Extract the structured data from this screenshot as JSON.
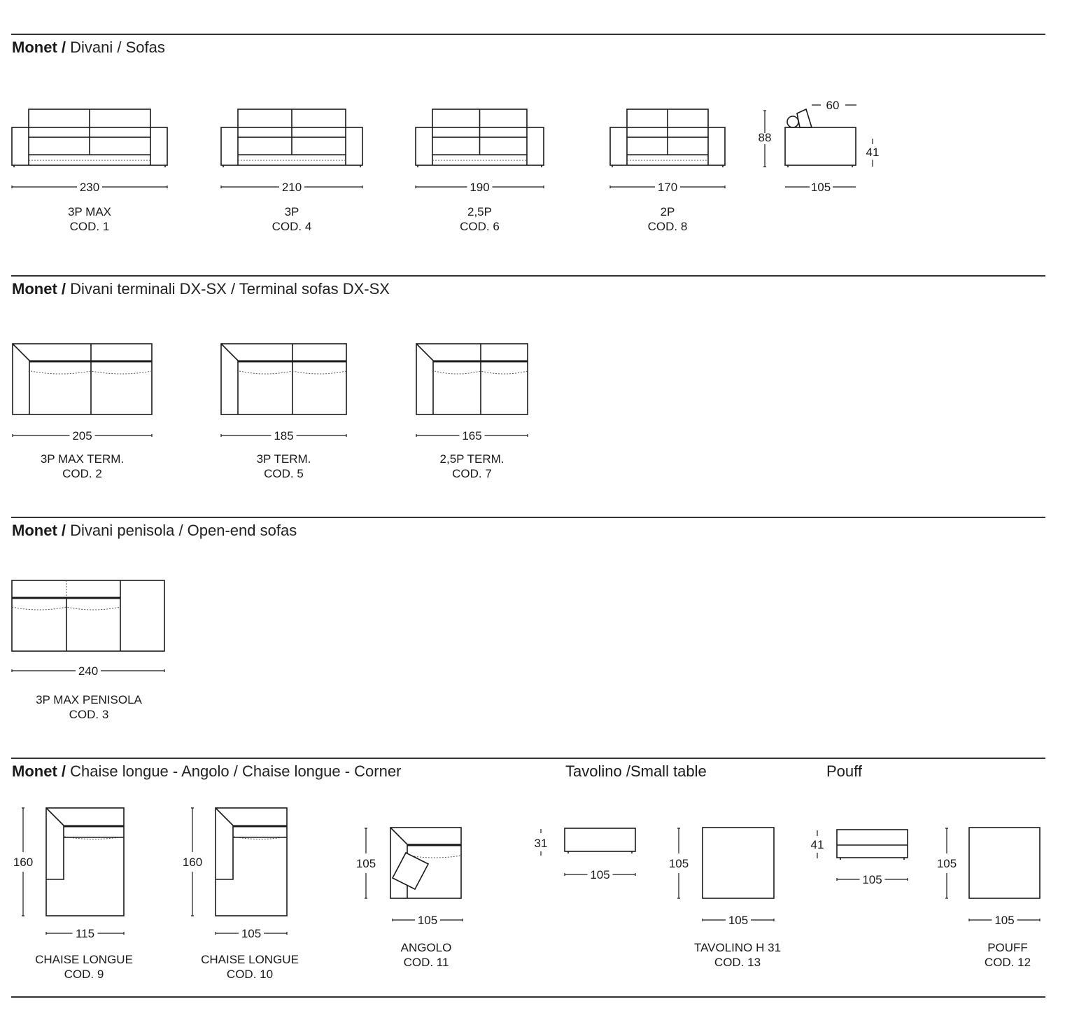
{
  "sections": [
    {
      "brand": "Monet",
      "separator": "/",
      "title": " Divani  / Sofas"
    },
    {
      "brand": "Monet",
      "separator": "/",
      "title": " Divani terminali DX-SX  / Terminal sofas DX-SX"
    },
    {
      "brand": "Monet",
      "separator": "/",
      "title": " Divani penisola / Open-end sofas"
    },
    {
      "brand": "Monet",
      "separator": "/",
      "title": " Chaise longue - Angolo / Chaise longue - Corner"
    }
  ],
  "subheadings": {
    "table": "Tavolino /Small table",
    "pouff": "Pouff"
  },
  "sofas": [
    {
      "width": "230",
      "name": "3P MAX",
      "code": "COD. 1"
    },
    {
      "width": "210",
      "name": "3P",
      "code": "COD. 4"
    },
    {
      "width": "190",
      "name": "2,5P",
      "code": "COD. 6"
    },
    {
      "width": "170",
      "name": "2P",
      "code": "COD. 8"
    }
  ],
  "side_view": {
    "height": "88",
    "seat_depth": "60",
    "seat_height": "41",
    "depth": "105"
  },
  "terminal": [
    {
      "width": "205",
      "name": "3P MAX TERM.",
      "code": "COD. 2"
    },
    {
      "width": "185",
      "name": "3P TERM.",
      "code": "COD. 5"
    },
    {
      "width": "165",
      "name": "2,5P TERM.",
      "code": "COD. 7"
    }
  ],
  "penisola": {
    "width": "240",
    "name": "3P MAX PENISOLA",
    "code": "COD. 3"
  },
  "chaise": [
    {
      "depth": "160",
      "width": "115",
      "name": "CHAISE LONGUE",
      "code": "COD. 9"
    },
    {
      "depth": "160",
      "width": "105",
      "name": "CHAISE LONGUE",
      "code": "COD. 10"
    }
  ],
  "angolo": {
    "depth": "105",
    "width": "105",
    "name": "ANGOLO",
    "code": "COD. 11"
  },
  "table": {
    "height": "31",
    "side_width": "105",
    "depth": "105",
    "width": "105",
    "name": "TAVOLINO H 31",
    "code": "COD. 13"
  },
  "pouff": {
    "height": "41",
    "side_width": "105",
    "depth": "105",
    "width": "105",
    "name": "POUFF",
    "code": "COD. 12"
  }
}
